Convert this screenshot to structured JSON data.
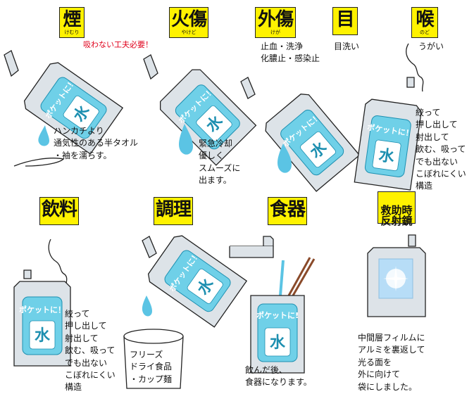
{
  "labels": {
    "smoke": {
      "kanji": "煙",
      "ruby": "けむり"
    },
    "burn": {
      "kanji": "火傷",
      "ruby": "やけど"
    },
    "injury": {
      "kanji": "外傷",
      "ruby": "けが"
    },
    "eye": {
      "kanji": "目",
      "ruby": ""
    },
    "throat": {
      "kanji": "喉",
      "ruby": "のど"
    },
    "drink": {
      "kanji": "飲料",
      "ruby": ""
    },
    "cook": {
      "kanji": "調理",
      "ruby": ""
    },
    "dish": {
      "kanji": "食器",
      "ruby": ""
    },
    "rescue": {
      "kanji": "救助時\n反射鏡",
      "ruby": ""
    }
  },
  "texts": {
    "smoke_warning": "吸わない工夫必要！",
    "smoke_tip": "ハンカチより\n通気性のある半タオル\n・袖を濡らす。",
    "burn_tip": "緊急冷却\n優しく\nスムーズに\n出ます。",
    "injury_tip": "止血・洗浄\n化膿止・感染止",
    "eye_tip": "目洗い",
    "throat_tip": "うがい",
    "throat_pouch_tip": "絞って\n押し出して\n射出して\n飲む、吸って\nでも出ない\nこぼれにくい\n構造",
    "drink_tip": "絞って\n押し出して\n射出して\n飲む、吸って\nでも出ない\nこぼれにくい\n構造",
    "cup_text": "フリーズ\nドライ食品\n・カップ麺",
    "dish_tip": "飲んだ後、\n食器になります。",
    "mirror_tip": "中間層フィルムに\nアルミを裏返して\n光る面を\n外に向けて\n袋にしました。"
  },
  "pouch_brand": "ポケットに！",
  "pouch_water": "水",
  "colors": {
    "label_bg": "#fff200",
    "warning": "#e0001b",
    "water": "#5bc4e4",
    "pouch": "#dde3e8"
  }
}
